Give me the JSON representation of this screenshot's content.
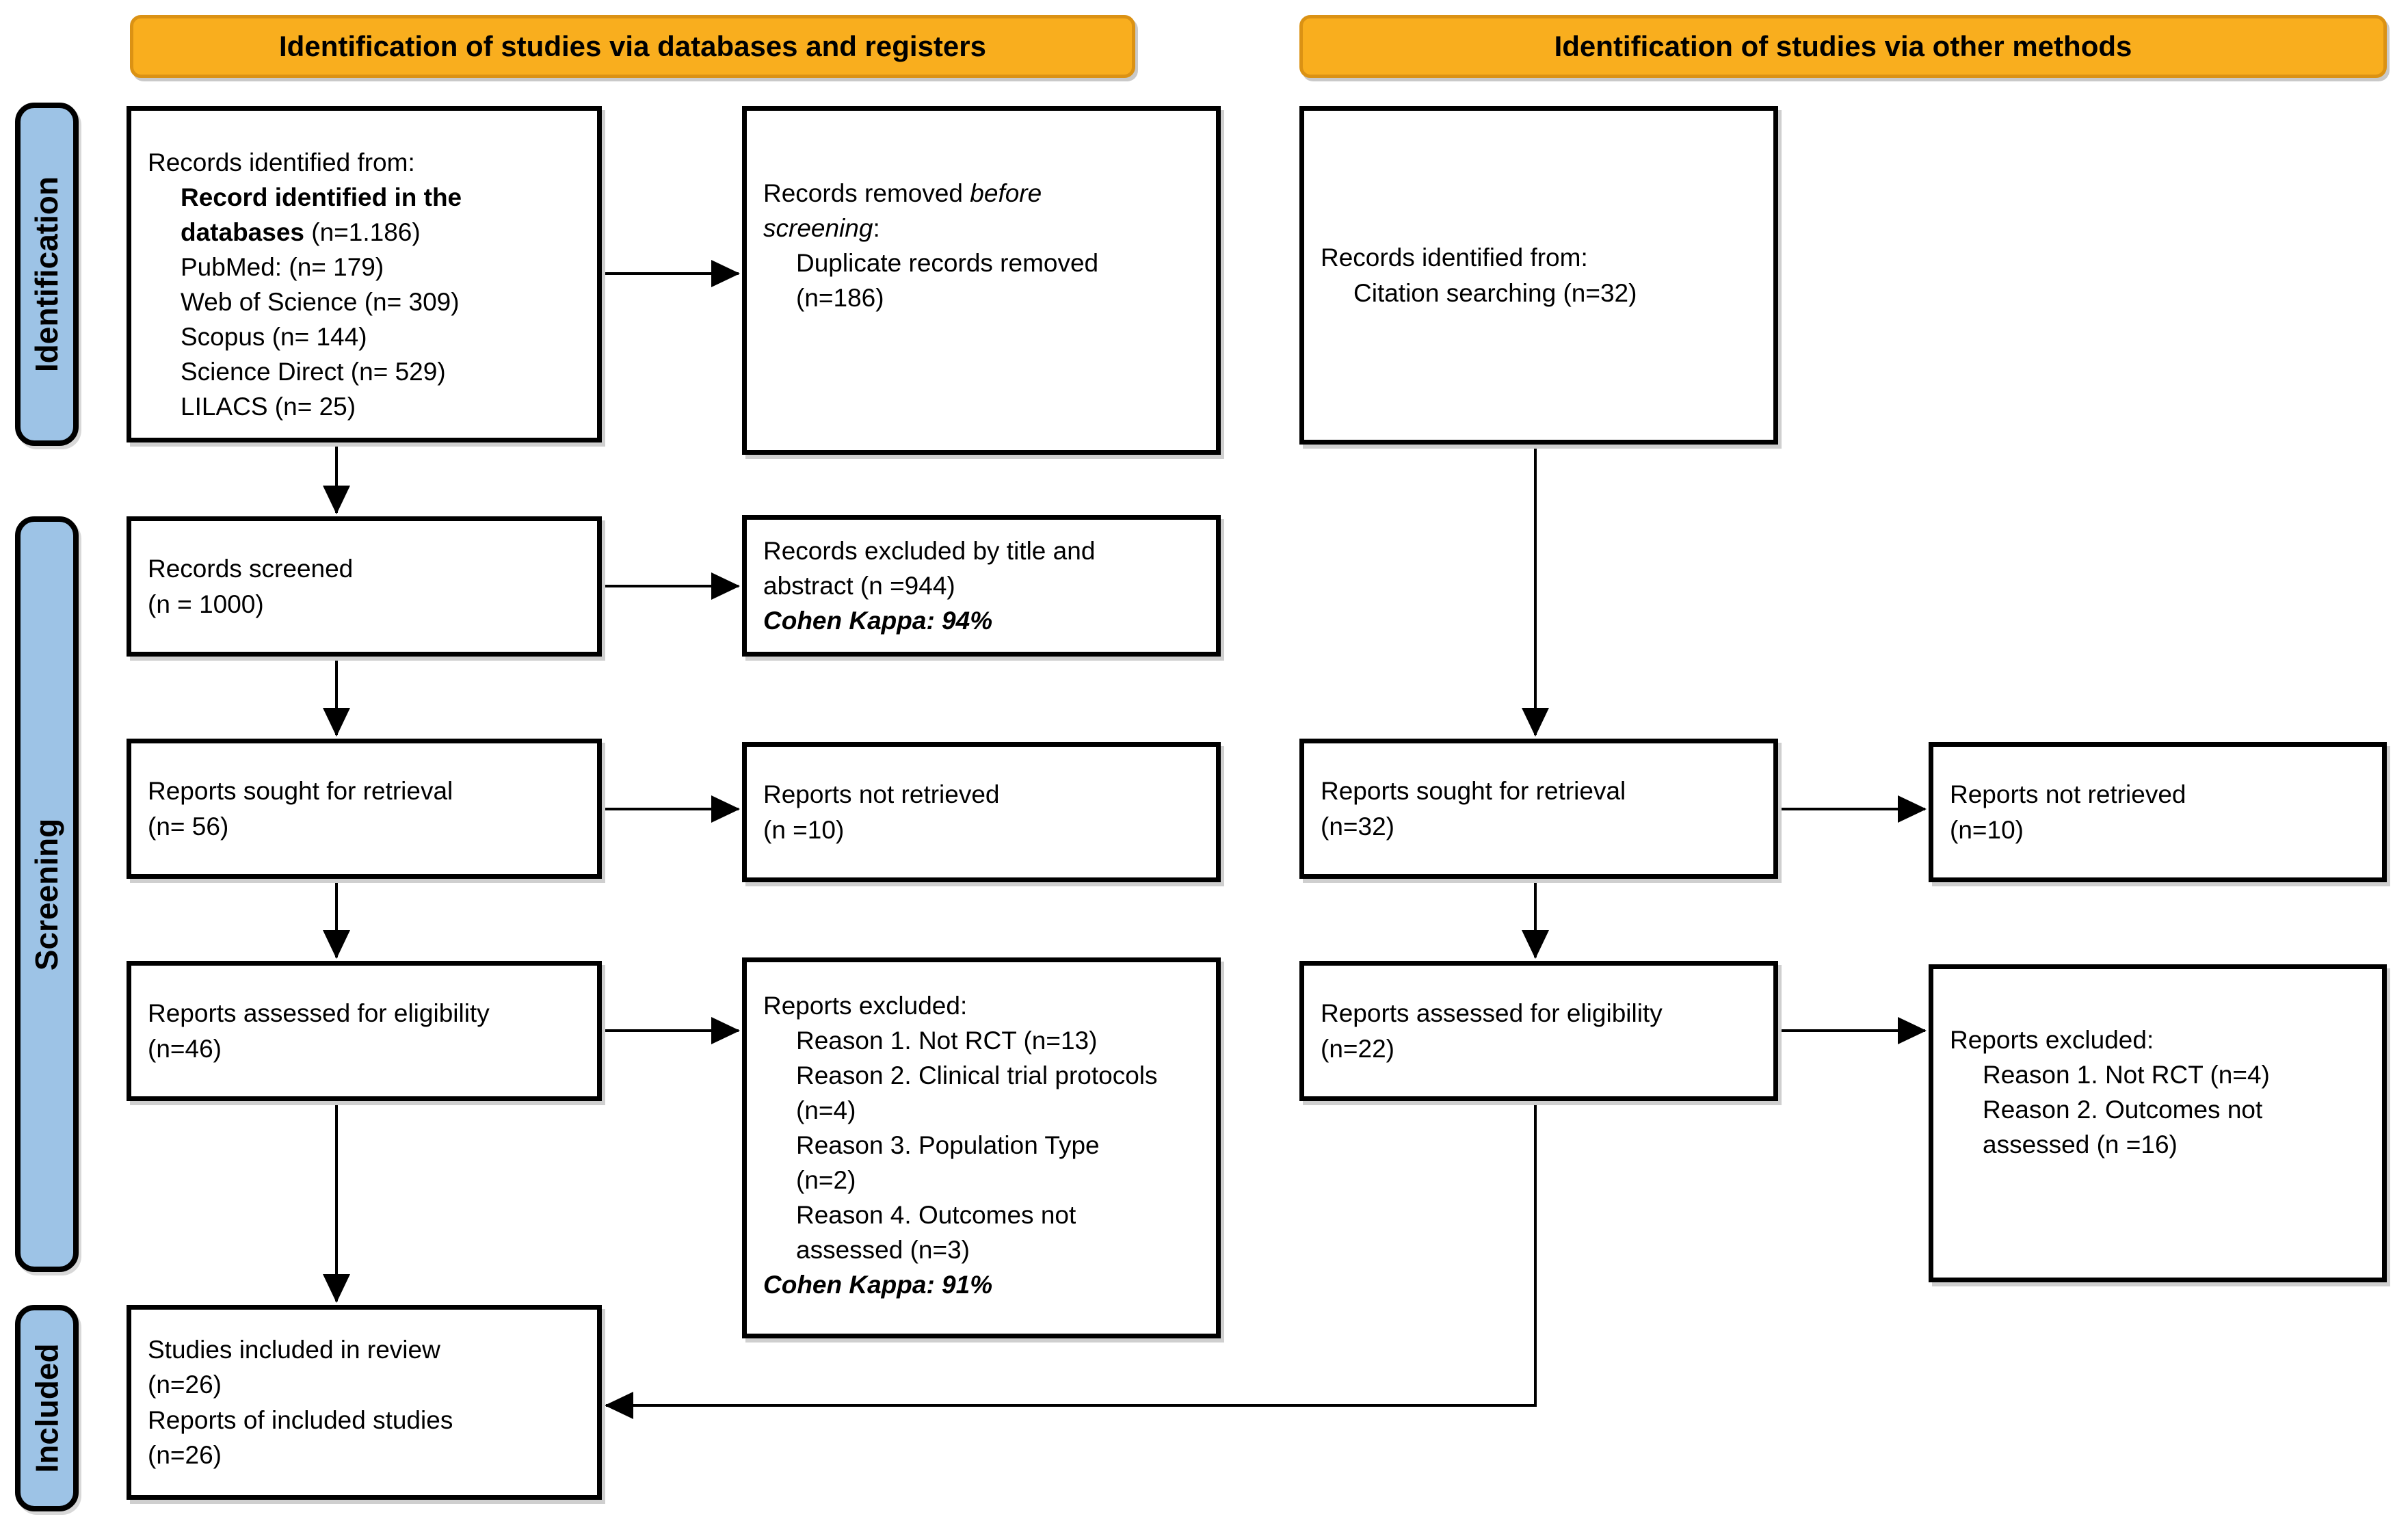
{
  "headers": {
    "left": "Identification of studies via databases and registers",
    "right": "Identification of studies via other methods"
  },
  "stages": {
    "identification": "Identification",
    "screening": "Screening",
    "included": "Included"
  },
  "colors": {
    "header_fill": "#F9AE1E",
    "header_border": "#DB9214",
    "stage_fill": "#9DC3E6",
    "arrow": "#000000",
    "box_border": "#000000",
    "background": "#FFFFFF"
  },
  "boxes": {
    "db_identified": {
      "title": "Records identified from:",
      "bold": "Record identified in the databases",
      "bold_suffix": "(n=1.186)",
      "items": [
        "PubMed: (n= 179)",
        "Web of Science (n= 309)",
        "Scopus (n= 144)",
        "Science Direct (n= 529)",
        "LILACS (n= 25)"
      ]
    },
    "records_removed": {
      "pre": "Records removed ",
      "italic": "before screening",
      "post": ":",
      "item": "Duplicate records removed (n=186)"
    },
    "citation": {
      "title": "Records identified from:",
      "item": "Citation searching (n=32)"
    },
    "screened": {
      "lines": [
        "Records screened",
        "(n = 1000)"
      ]
    },
    "excluded_title_abstract": {
      "text": "Records excluded by title and abstract (n =944)",
      "kappa": "Cohen Kappa: 94%"
    },
    "sought_db": {
      "lines": [
        "Reports sought for retrieval",
        "(n= 56)"
      ]
    },
    "not_retrieved_db": {
      "lines": [
        "Reports not retrieved",
        "(n =10)"
      ]
    },
    "assessed_db": {
      "lines": [
        "Reports assessed for eligibility",
        "(n=46)"
      ]
    },
    "excluded_reports_db": {
      "title": "Reports excluded:",
      "items": [
        "Reason 1. Not RCT (n=13)",
        "Reason 2. Clinical trial protocols (n=4)",
        "Reason 3. Population Type (n=2)",
        "Reason 4. Outcomes not assessed (n=3)"
      ],
      "kappa": "Cohen Kappa: 91%"
    },
    "sought_other": {
      "lines": [
        "Reports sought for retrieval",
        "(n=32)"
      ]
    },
    "not_retrieved_other": {
      "lines": [
        "Reports not retrieved",
        "(n=10)"
      ]
    },
    "assessed_other": {
      "lines": [
        "Reports assessed for eligibility",
        "(n=22)"
      ]
    },
    "excluded_reports_other": {
      "title": "Reports excluded:",
      "items": [
        "Reason 1. Not RCT (n=4)",
        "Reason 2. Outcomes not assessed (n =16)"
      ]
    },
    "included": {
      "lines": [
        "Studies included in review",
        "(n=26)",
        "Reports of included studies",
        "(n=26)"
      ]
    }
  }
}
